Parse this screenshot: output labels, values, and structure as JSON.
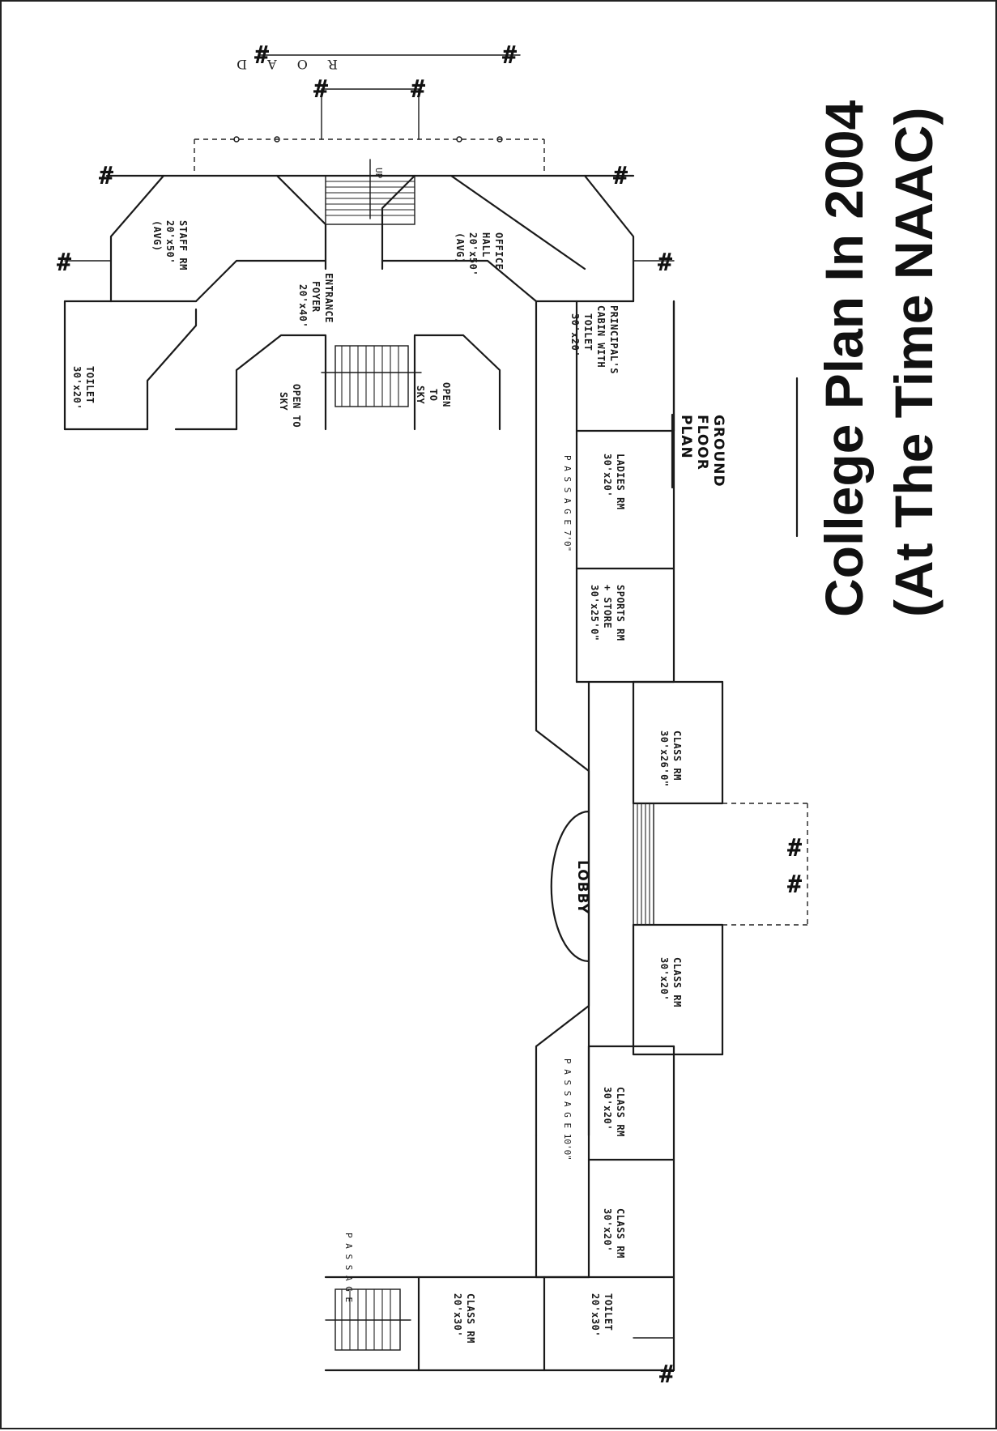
{
  "title": {
    "line1": "College Plan In 2004",
    "line2": "(At The Time NAAC)"
  },
  "plan_heading": {
    "line1": "GROUND",
    "line2": "FLOOR",
    "line3": "PLAN"
  },
  "road_label": "R O A D",
  "up_label": "UP",
  "rooms": {
    "toilet_top": {
      "name": "TOILET",
      "size": "30'x20'"
    },
    "staff_rm": {
      "name": "STAFF RM",
      "size": "20'x50'",
      "note": "(AVG)"
    },
    "entrance_foyer": {
      "name": "ENTRANCE",
      "name2": "FOYER",
      "size": "20'x40'"
    },
    "office_hall": {
      "name": "OFFICE",
      "name2": "HALL",
      "size": "20'x50'",
      "note": "(AVG)"
    },
    "open_sky_left": {
      "name": "OPEN TO",
      "name2": "SKY"
    },
    "open_sky_right": {
      "name": "OPEN",
      "name2": "TO",
      "name3": "SKY"
    },
    "principal": {
      "name": "PRINCIPAL'S",
      "name2": "CABIN WITH",
      "name3": "TOILET",
      "size": "30'x20'"
    },
    "ladies_rm": {
      "name": "LADIES RM",
      "size": "30'x20'"
    },
    "sports_rm": {
      "name": "SPORTS RM",
      "name2": "+ STORE",
      "size": "30'x25'0\""
    },
    "class_rm_a": {
      "name": "CLASS RM",
      "size": "30'x26'0\""
    },
    "lobby": {
      "name": "LOBBY"
    },
    "class_rm_b": {
      "name": "CLASS RM",
      "size": "30'x20'"
    },
    "class_rm_c": {
      "name": "CLASS RM",
      "size": "30'x20'"
    },
    "class_rm_d": {
      "name": "CLASS RM",
      "size": "30'x20'"
    },
    "class_rm_e": {
      "name": "CLASS RM",
      "size": "20'x30'"
    },
    "toilet_bottom": {
      "name": "TOILET",
      "size": "20'x30'"
    }
  },
  "passage_labels": {
    "upper": "P A S S A G E  7'0\"",
    "lower": "P A S S A G E  10'0\"",
    "left": "P A S S A G E"
  }
}
